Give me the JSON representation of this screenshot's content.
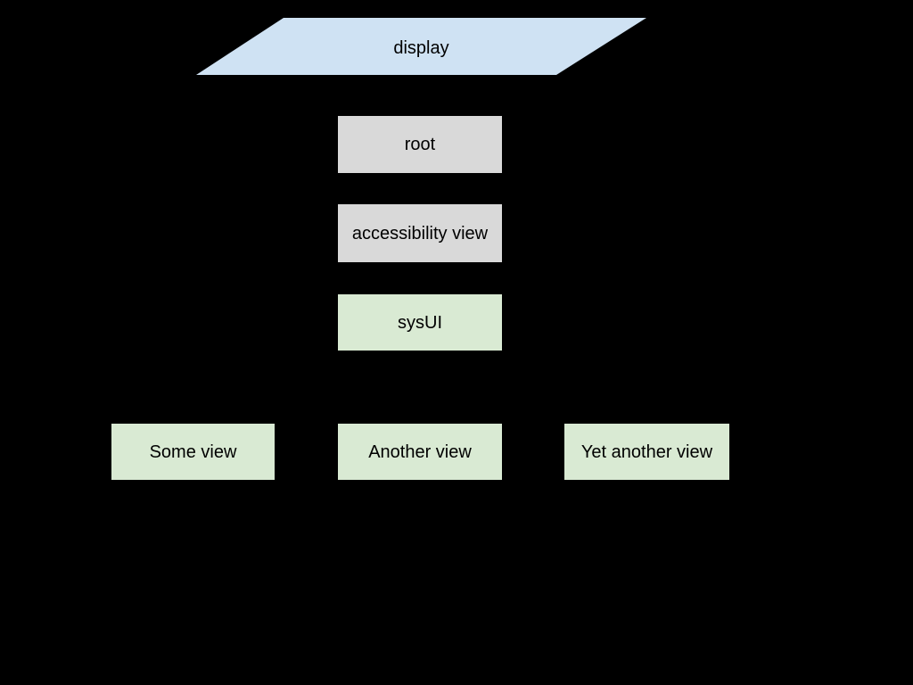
{
  "diagram": {
    "background_color": "#000000",
    "text_color": "#000000",
    "colors": {
      "display_fill": "#cfe2f3",
      "system_fill": "#d9d9d9",
      "view_fill": "#d9ead3"
    },
    "nodes": {
      "display": {
        "label": "display",
        "shape": "parallelogram",
        "fill": "#cfe2f3"
      },
      "root": {
        "label": "root",
        "shape": "rect",
        "fill": "#d9d9d9"
      },
      "accessibility_view": {
        "label": "accessibility view",
        "shape": "rect",
        "fill": "#d9d9d9"
      },
      "sysui": {
        "label": "sysUI",
        "shape": "rect",
        "fill": "#d9ead3"
      },
      "some_view": {
        "label": "Some view",
        "shape": "rect",
        "fill": "#d9ead3"
      },
      "another_view": {
        "label": "Another view",
        "shape": "rect",
        "fill": "#d9ead3"
      },
      "yet_another_view": {
        "label": "Yet another view",
        "shape": "rect",
        "fill": "#d9ead3"
      }
    }
  }
}
